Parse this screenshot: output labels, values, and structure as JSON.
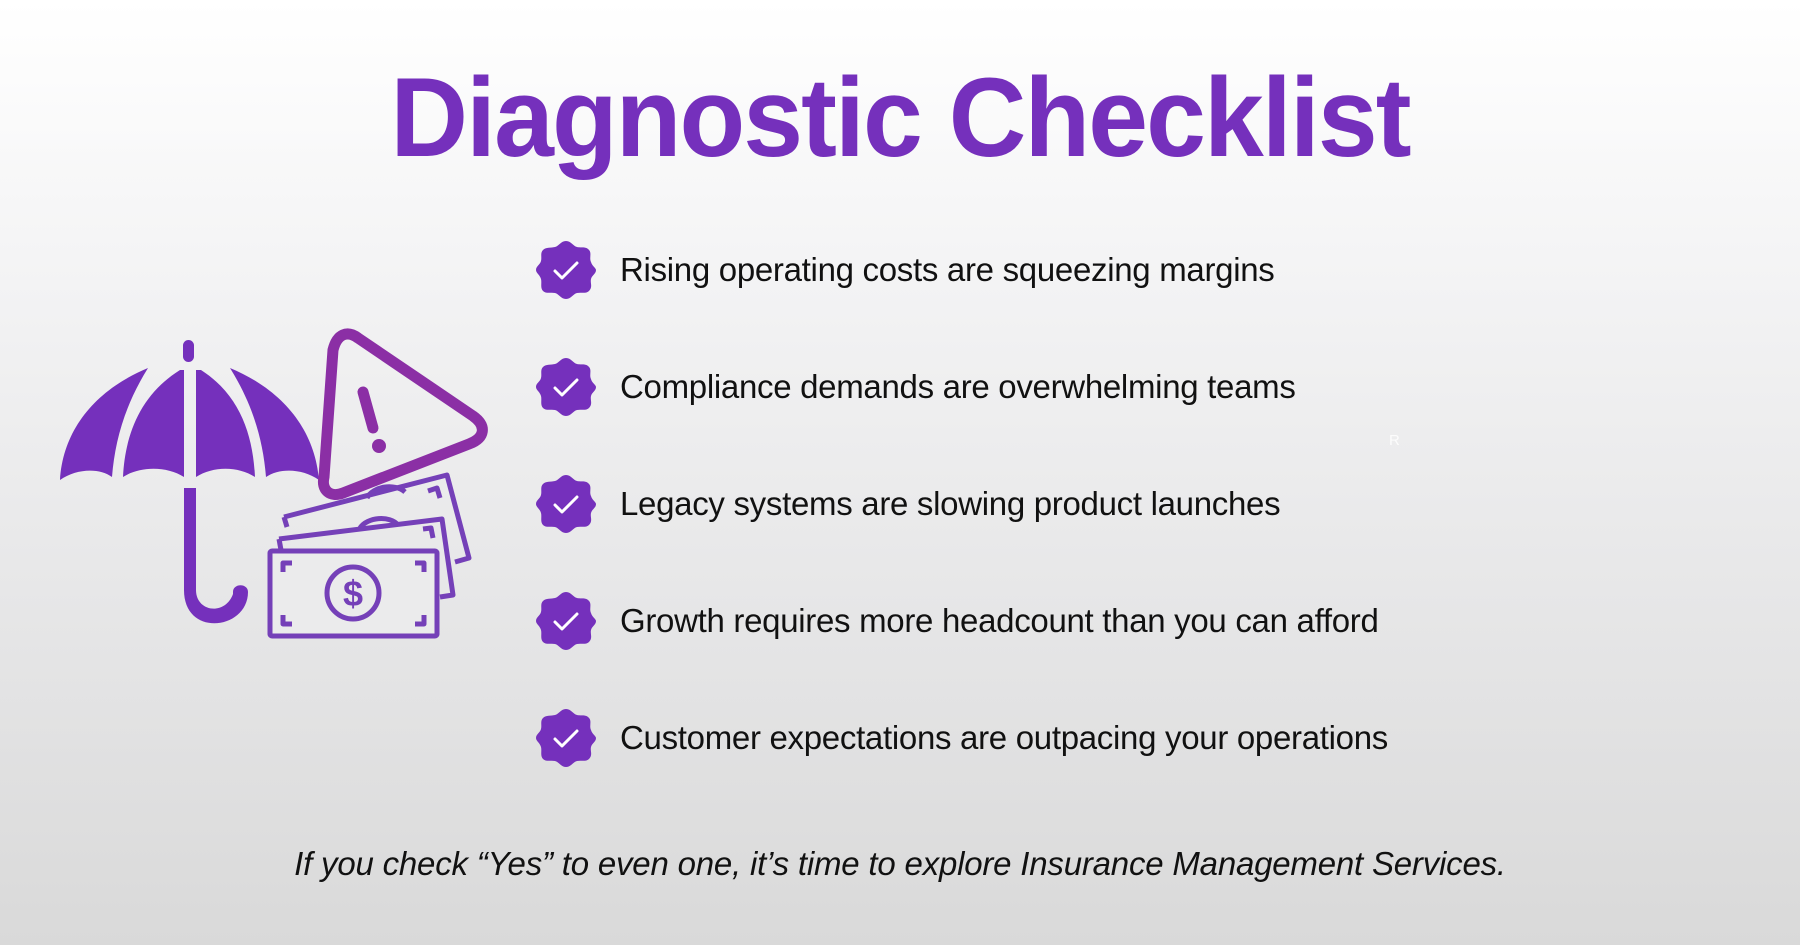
{
  "slide": {
    "title": "Diagnostic Checklist",
    "colors": {
      "accent": "#7530bc",
      "warning": "#8b2fa5",
      "money": "#7540b8",
      "text": "#111111",
      "background_top": "#ffffff",
      "background_bottom": "#d9d9d9"
    },
    "illustration": {
      "icons": [
        "umbrella-icon",
        "warning-triangle-icon",
        "money-stack-icon"
      ]
    },
    "checklist": {
      "icon": "check-badge-icon",
      "items": [
        {
          "label": "Rising operating costs are squeezing margins"
        },
        {
          "label": "Compliance demands are overwhelming teams"
        },
        {
          "label": "Legacy systems are slowing product launches"
        },
        {
          "label": "Growth requires more headcount than you can afford"
        },
        {
          "label": "Customer expectations are outpacing your operations"
        }
      ]
    },
    "footer": "If you check “Yes” to even one, it’s time to explore Insurance Management Services.",
    "watermark": "R"
  }
}
